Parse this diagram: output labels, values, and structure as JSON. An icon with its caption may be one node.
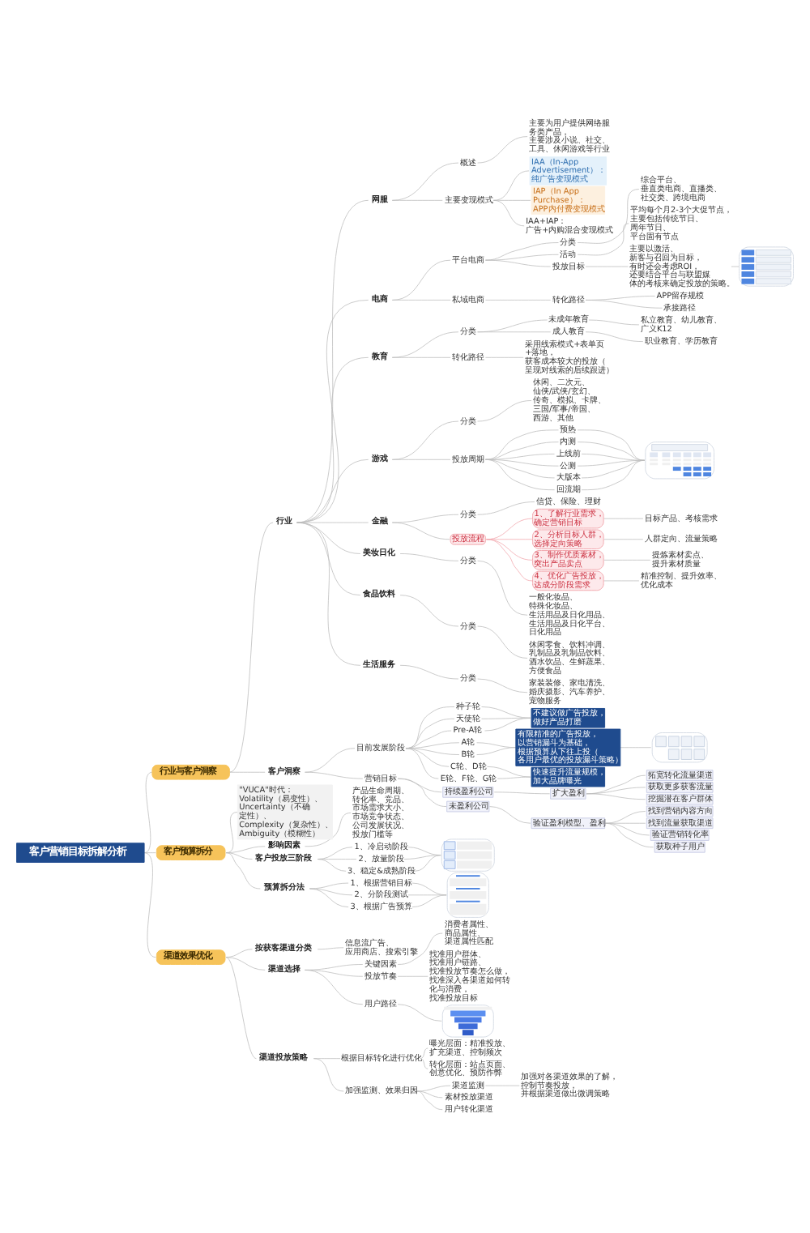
{
  "diagram": {
    "nodes": [
      {
        "text": [
          "客户营销目标拆解分析"
        ]
      },
      {
        "text": [
          "行业与客户洞察"
        ]
      },
      {
        "text": [
          "行业"
        ]
      },
      {
        "text": [
          "网服"
        ]
      },
      {
        "text": [
          "概述"
        ]
      },
      {
        "text": [
          "主要为用户提供网络服务类产品，主要涉及小说、社交、工具、休闲游戏等行业"
        ]
      },
      {
        "text": [
          "主要变现模式"
        ]
      },
      {
        "text": [
          "IAA（In-App Advertisement）：纯广告变现模式"
        ]
      },
      {
        "text": [
          "IAP（In App Purchase）：APP内付费变现模式"
        ]
      },
      {
        "text": [
          "IAA+IAP：广告+内购混合变现模式"
        ]
      },
      {
        "text": [
          "电商"
        ]
      },
      {
        "text": [
          "平台电商"
        ]
      },
      {
        "text": [
          "分类"
        ]
      },
      {
        "text": [
          "综合平台、垂直类电商、直播类、社交类、跨境电商"
        ]
      },
      {
        "text": [
          "活动"
        ]
      },
      {
        "text": [
          "平均每个月2-3个大促节点，主要包括传统节日、周年节日、平台固有节点"
        ]
      },
      {
        "text": [
          "投放目标"
        ]
      },
      {
        "text": [
          "主要以激活、新客与召回为目标，有时还会考虑ROI，还要结合平台与联盟媒体的考核来确定投放的策略。"
        ]
      },
      {
        "text": [],
        "shape": "picture"
      },
      {
        "text": [
          "私域电商"
        ]
      },
      {
        "text": [
          "转化路径"
        ]
      },
      {
        "text": [
          "APP留存规模"
        ]
      },
      {
        "text": [
          "承接路径"
        ]
      },
      {
        "text": [
          "教育"
        ]
      },
      {
        "text": [
          "分类"
        ]
      },
      {
        "text": [
          "未成年教育"
        ]
      },
      {
        "text": [
          "私立教育、幼儿教育、广义K12"
        ]
      },
      {
        "text": [
          "成人教育"
        ]
      },
      {
        "text": [
          "职业教育、学历教育"
        ]
      },
      {
        "text": [
          "转化路径"
        ]
      },
      {
        "text": [
          "采用线索模式+表单页+落地，获客成本较大的投放（呈现对线索的后续跟进）"
        ]
      },
      {
        "text": [
          "游戏"
        ]
      },
      {
        "text": [
          "分类"
        ]
      },
      {
        "text": [
          "休闲、二次元、仙侠/武侠/玄幻、传奇、模拟、卡牌、三国/军事/帝国、西游、其他"
        ]
      },
      {
        "text": [
          "投放周期"
        ]
      },
      {
        "text": [
          "预热"
        ]
      },
      {
        "text": [
          "内测"
        ]
      },
      {
        "text": [
          "上线前"
        ]
      },
      {
        "text": [
          "公测"
        ]
      },
      {
        "text": [
          "大版本"
        ]
      },
      {
        "text": [
          "回流期"
        ]
      },
      {
        "text": [],
        "shape": "picture"
      },
      {
        "text": [
          "金融"
        ]
      },
      {
        "text": [
          "分类"
        ]
      },
      {
        "text": [
          "信贷、保险、理财"
        ]
      },
      {
        "text": [
          "投放流程"
        ]
      },
      {
        "text": [
          "1、了解行业需求，确定营销目标"
        ]
      },
      {
        "text": [
          "目标产品、考核需求"
        ]
      },
      {
        "text": [
          "2、分析目标人群，选择定向策略"
        ]
      },
      {
        "text": [
          "人群定向、流量策略"
        ]
      },
      {
        "text": [
          "3、制作优质素材，突出产品卖点"
        ]
      },
      {
        "text": [
          "提炼素材卖点、提升素材质量"
        ]
      },
      {
        "text": [
          "4、优化广告投放，达成分阶段需求"
        ]
      },
      {
        "text": [
          "精准控制、提升效率、优化成本"
        ]
      },
      {
        "text": [
          "美妆日化"
        ]
      },
      {
        "text": [
          "分类"
        ]
      },
      {
        "text": [
          "一般化妆品、特殊化妆品、生活用品及日化用品、生活用品及日化平台、日化用品"
        ]
      },
      {
        "text": [
          "食品饮料"
        ]
      },
      {
        "text": [
          "分类"
        ]
      },
      {
        "text": [
          "休闲零食、饮料冲调、乳制品及乳制品饮料、酒水饮品、生鲜蔬果、方便食品"
        ]
      },
      {
        "text": [
          "生活服务"
        ]
      },
      {
        "text": [
          "分类"
        ]
      },
      {
        "text": [
          "家装装修、家电清洗、婚庆摄影、汽车养护、宠物服务"
        ]
      },
      {
        "text": [
          "客户洞察"
        ]
      },
      {
        "text": [
          "目前发展阶段"
        ]
      },
      {
        "text": [
          "种子轮"
        ]
      },
      {
        "text": [
          "天使轮"
        ]
      },
      {
        "text": [
          "Pre-A轮"
        ]
      },
      {
        "text": [
          "不建议做广告投放，做好产品打磨"
        ]
      },
      {
        "text": [
          "A轮"
        ]
      },
      {
        "text": [
          "B轮"
        ]
      },
      {
        "text": [
          "有限精准的广告投放，以营销漏斗为基础，根据预算从下往上投（各用户最优的投放漏斗策略）"
        ]
      },
      {
        "text": [],
        "shape": "picture"
      },
      {
        "text": [
          "C轮、D轮"
        ]
      },
      {
        "text": [
          "E轮、F轮、G轮"
        ]
      },
      {
        "text": [
          "快速提升流量规模，加大品牌曝光"
        ]
      },
      {
        "text": [
          "营销目标"
        ]
      },
      {
        "text": [
          "持续盈利公司"
        ]
      },
      {
        "text": [
          "扩大盈利"
        ]
      },
      {
        "text": [
          "拓宽转化流量渠道"
        ]
      },
      {
        "text": [
          "获取更多获客流量"
        ]
      },
      {
        "text": [
          "挖掘潜在客户群体"
        ]
      },
      {
        "text": [
          "未盈利公司"
        ]
      },
      {
        "text": [
          "验证盈利模型、盈利"
        ]
      },
      {
        "text": [
          "找到营销内容方向"
        ]
      },
      {
        "text": [
          "找到流量获取渠道"
        ]
      },
      {
        "text": [
          "验证营销转化率"
        ]
      },
      {
        "text": [
          "获取种子用户"
        ]
      },
      {
        "text": [
          "客户预算拆分"
        ]
      },
      {
        "text": [
          "\"VUCA\"时代：Volatility（易变性）、Uncertainty（不确定性）、Complexity（复杂性）、Ambiguity（模糊性）"
        ]
      },
      {
        "text": [
          "影响因素"
        ]
      },
      {
        "text": [
          "产品生命周期、转化率、竞品、市场需求大小、市场竞争状态、公司发展状况、投放门槛等"
        ]
      },
      {
        "text": [
          "客户投放三阶段"
        ]
      },
      {
        "text": [
          "1、冷启动阶段"
        ]
      },
      {
        "text": [
          "2、放量阶段"
        ]
      },
      {
        "text": [
          "3、稳定&成熟阶段"
        ]
      },
      {
        "text": [],
        "shape": "picture"
      },
      {
        "text": [
          "预算拆分法"
        ]
      },
      {
        "text": [
          "1、根据营销目标"
        ]
      },
      {
        "text": [
          "2、分阶段测试"
        ]
      },
      {
        "text": [
          "3、根据广告预算"
        ]
      },
      {
        "text": [],
        "shape": "picture"
      },
      {
        "text": [
          "渠道效果优化"
        ]
      },
      {
        "text": [
          "按获客渠道分类"
        ]
      },
      {
        "text": [
          "信息流广告、应用商店、搜索引擎"
        ]
      },
      {
        "text": [
          "渠道选择"
        ]
      },
      {
        "text": [
          "关键因素"
        ]
      },
      {
        "text": [
          "消费者属性、商品属性、渠道属性匹配"
        ]
      },
      {
        "text": [
          "投放节奏"
        ]
      },
      {
        "text": [
          "找准用户群体、找准用户链路、找准投放节奏怎么做，找准深入各渠道如何转化与消费，找准投放目标"
        ]
      },
      {
        "text": [
          "用户路径"
        ]
      },
      {
        "text": [],
        "shape": "picture"
      },
      {
        "text": [
          "渠道投放策略"
        ]
      },
      {
        "text": [
          "根据目标转化进行优化"
        ]
      },
      {
        "text": [
          "曝光层面：精准投放、扩充渠道、控制频次"
        ]
      },
      {
        "text": [
          "转化层面：站点页面、创意优化、预防作弊"
        ]
      },
      {
        "text": [
          "加强监测、效果归因"
        ]
      },
      {
        "text": [
          "渠道监测"
        ]
      },
      {
        "text": [
          "加强对各渠道效果的了解，控制节奏投放，并根据渠道做出微调策略"
        ]
      },
      {
        "text": [
          "素材投放渠道"
        ]
      },
      {
        "text": [
          "用户转化渠道"
        ]
      }
    ],
    "edges": [
      {
        "from": 0,
        "to": 1,
        "arrow": "none"
      },
      {
        "from": 1,
        "to": 2,
        "arrow": "none"
      },
      {
        "from": 2,
        "to": 3,
        "arrow": "none"
      },
      {
        "from": 3,
        "to": 4,
        "arrow": "none"
      },
      {
        "from": 4,
        "to": 5,
        "arrow": "none"
      },
      {
        "from": 3,
        "to": 6,
        "arrow": "none"
      },
      {
        "from": 6,
        "to": 7,
        "arrow": "none"
      },
      {
        "from": 6,
        "to": 8,
        "arrow": "none"
      },
      {
        "from": 6,
        "to": 9,
        "arrow": "none"
      },
      {
        "from": 2,
        "to": 10,
        "arrow": "none"
      },
      {
        "from": 10,
        "to": 11,
        "arrow": "none"
      },
      {
        "from": 11,
        "to": 12,
        "arrow": "none"
      },
      {
        "from": 12,
        "to": 13,
        "arrow": "none"
      },
      {
        "from": 11,
        "to": 14,
        "arrow": "none"
      },
      {
        "from": 14,
        "to": 15,
        "arrow": "none"
      },
      {
        "from": 11,
        "to": 16,
        "arrow": "none"
      },
      {
        "from": 16,
        "to": 17,
        "arrow": "none"
      },
      {
        "from": 17,
        "to": 18,
        "arrow": "none"
      },
      {
        "from": 10,
        "to": 19,
        "arrow": "none"
      },
      {
        "from": 19,
        "to": 20,
        "arrow": "none"
      },
      {
        "from": 20,
        "to": 21,
        "arrow": "none"
      },
      {
        "from": 20,
        "to": 22,
        "arrow": "none"
      },
      {
        "from": 2,
        "to": 23,
        "arrow": "none"
      },
      {
        "from": 23,
        "to": 24,
        "arrow": "none"
      },
      {
        "from": 24,
        "to": 25,
        "arrow": "none"
      },
      {
        "from": 25,
        "to": 26,
        "arrow": "none"
      },
      {
        "from": 24,
        "to": 27,
        "arrow": "none"
      },
      {
        "from": 27,
        "to": 28,
        "arrow": "none"
      },
      {
        "from": 23,
        "to": 29,
        "arrow": "none"
      },
      {
        "from": 29,
        "to": 30,
        "arrow": "none"
      },
      {
        "from": 2,
        "to": 31,
        "arrow": "none"
      },
      {
        "from": 31,
        "to": 32,
        "arrow": "none"
      },
      {
        "from": 32,
        "to": 33,
        "arrow": "none"
      },
      {
        "from": 31,
        "to": 34,
        "arrow": "none"
      },
      {
        "from": 34,
        "to": 35,
        "arrow": "none"
      },
      {
        "from": 34,
        "to": 36,
        "arrow": "none"
      },
      {
        "from": 34,
        "to": 37,
        "arrow": "none"
      },
      {
        "from": 34,
        "to": 38,
        "arrow": "none"
      },
      {
        "from": 34,
        "to": 39,
        "arrow": "none"
      },
      {
        "from": 34,
        "to": 40,
        "arrow": "none"
      },
      {
        "from": 35,
        "to": 41,
        "arrow": "none"
      },
      {
        "from": 36,
        "to": 41,
        "arrow": "none"
      },
      {
        "from": 37,
        "to": 41,
        "arrow": "none"
      },
      {
        "from": 38,
        "to": 41,
        "arrow": "none"
      },
      {
        "from": 39,
        "to": 41,
        "arrow": "none"
      },
      {
        "from": 40,
        "to": 41,
        "arrow": "none"
      },
      {
        "from": 2,
        "to": 42,
        "arrow": "none"
      },
      {
        "from": 42,
        "to": 43,
        "arrow": "none"
      },
      {
        "from": 43,
        "to": 44,
        "arrow": "none"
      },
      {
        "from": 42,
        "to": 45,
        "arrow": "none"
      },
      {
        "from": 45,
        "to": 46,
        "arrow": "none",
        "color": "#f2a7ad"
      },
      {
        "from": 46,
        "to": 47,
        "arrow": "none"
      },
      {
        "from": 45,
        "to": 48,
        "arrow": "none",
        "color": "#f2a7ad"
      },
      {
        "from": 48,
        "to": 49,
        "arrow": "none"
      },
      {
        "from": 45,
        "to": 50,
        "arrow": "none",
        "color": "#f2a7ad"
      },
      {
        "from": 50,
        "to": 51,
        "arrow": "none"
      },
      {
        "from": 45,
        "to": 52,
        "arrow": "none",
        "color": "#f2a7ad"
      },
      {
        "from": 52,
        "to": 53,
        "arrow": "none"
      },
      {
        "from": 2,
        "to": 54,
        "arrow": "none"
      },
      {
        "from": 54,
        "to": 55,
        "arrow": "none"
      },
      {
        "from": 55,
        "to": 56,
        "arrow": "none"
      },
      {
        "from": 2,
        "to": 57,
        "arrow": "none"
      },
      {
        "from": 57,
        "to": 58,
        "arrow": "none"
      },
      {
        "from": 58,
        "to": 59,
        "arrow": "none"
      },
      {
        "from": 2,
        "to": 60,
        "arrow": "none"
      },
      {
        "from": 60,
        "to": 61,
        "arrow": "none"
      },
      {
        "from": 61,
        "to": 62,
        "arrow": "none"
      },
      {
        "from": 1,
        "to": 63,
        "arrow": "none"
      },
      {
        "from": 63,
        "to": 64,
        "arrow": "none"
      },
      {
        "from": 64,
        "to": 65,
        "arrow": "none"
      },
      {
        "from": 64,
        "to": 66,
        "arrow": "none"
      },
      {
        "from": 64,
        "to": 67,
        "arrow": "none"
      },
      {
        "from": 65,
        "to": 68,
        "arrow": "none"
      },
      {
        "from": 66,
        "to": 68,
        "arrow": "none"
      },
      {
        "from": 67,
        "to": 68,
        "arrow": "none"
      },
      {
        "from": 64,
        "to": 69,
        "arrow": "none"
      },
      {
        "from": 64,
        "to": 70,
        "arrow": "none"
      },
      {
        "from": 69,
        "to": 71,
        "arrow": "none"
      },
      {
        "from": 70,
        "to": 71,
        "arrow": "none"
      },
      {
        "from": 71,
        "to": 72,
        "arrow": "none"
      },
      {
        "from": 64,
        "to": 73,
        "arrow": "none"
      },
      {
        "from": 64,
        "to": 74,
        "arrow": "none"
      },
      {
        "from": 73,
        "to": 75,
        "arrow": "none"
      },
      {
        "from": 74,
        "to": 75,
        "arrow": "none"
      },
      {
        "from": 63,
        "to": 76,
        "arrow": "none"
      },
      {
        "from": 76,
        "to": 77,
        "arrow": "none"
      },
      {
        "from": 77,
        "to": 78,
        "arrow": "none"
      },
      {
        "from": 78,
        "to": 79,
        "arrow": "none"
      },
      {
        "from": 78,
        "to": 80,
        "arrow": "none"
      },
      {
        "from": 78,
        "to": 81,
        "arrow": "none"
      },
      {
        "from": 76,
        "to": 82,
        "arrow": "none"
      },
      {
        "from": 82,
        "to": 83,
        "arrow": "none"
      },
      {
        "from": 83,
        "to": 84,
        "arrow": "none"
      },
      {
        "from": 83,
        "to": 85,
        "arrow": "none"
      },
      {
        "from": 83,
        "to": 86,
        "arrow": "none"
      },
      {
        "from": 83,
        "to": 87,
        "arrow": "none"
      },
      {
        "from": 0,
        "to": 88,
        "arrow": "none"
      },
      {
        "from": 88,
        "to": 89,
        "arrow": "none"
      },
      {
        "from": 88,
        "to": 90,
        "arrow": "none"
      },
      {
        "from": 90,
        "to": 91,
        "arrow": "none"
      },
      {
        "from": 88,
        "to": 92,
        "arrow": "none"
      },
      {
        "from": 92,
        "to": 93,
        "arrow": "none"
      },
      {
        "from": 92,
        "to": 94,
        "arrow": "none"
      },
      {
        "from": 92,
        "to": 95,
        "arrow": "none"
      },
      {
        "from": 93,
        "to": 96,
        "arrow": "none"
      },
      {
        "from": 94,
        "to": 96,
        "arrow": "none"
      },
      {
        "from": 95,
        "to": 96,
        "arrow": "none"
      },
      {
        "from": 88,
        "to": 97,
        "arrow": "none"
      },
      {
        "from": 97,
        "to": 98,
        "arrow": "none"
      },
      {
        "from": 97,
        "to": 99,
        "arrow": "none"
      },
      {
        "from": 97,
        "to": 100,
        "arrow": "none"
      },
      {
        "from": 98,
        "to": 101,
        "arrow": "none"
      },
      {
        "from": 99,
        "to": 101,
        "arrow": "none"
      },
      {
        "from": 100,
        "to": 101,
        "arrow": "none"
      },
      {
        "from": 0,
        "to": 102,
        "arrow": "none"
      },
      {
        "from": 102,
        "to": 103,
        "arrow": "none"
      },
      {
        "from": 103,
        "to": 104,
        "arrow": "none"
      },
      {
        "from": 102,
        "to": 105,
        "arrow": "none"
      },
      {
        "from": 105,
        "to": 106,
        "arrow": "none"
      },
      {
        "from": 106,
        "to": 107,
        "arrow": "none"
      },
      {
        "from": 105,
        "to": 108,
        "arrow": "none"
      },
      {
        "from": 108,
        "to": 109,
        "arrow": "none"
      },
      {
        "from": 105,
        "to": 110,
        "arrow": "none"
      },
      {
        "from": 110,
        "to": 111,
        "arrow": "none"
      },
      {
        "from": 102,
        "to": 112,
        "arrow": "none"
      },
      {
        "from": 112,
        "to": 113,
        "arrow": "none"
      },
      {
        "from": 113,
        "to": 114,
        "arrow": "none"
      },
      {
        "from": 113,
        "to": 115,
        "arrow": "none"
      },
      {
        "from": 112,
        "to": 116,
        "arrow": "none"
      },
      {
        "from": 116,
        "to": 117,
        "arrow": "none"
      },
      {
        "from": 117,
        "to": 118,
        "arrow": "none"
      },
      {
        "from": 116,
        "to": 119,
        "arrow": "none"
      },
      {
        "from": 116,
        "to": 120,
        "arrow": "none"
      }
    ]
  }
}
